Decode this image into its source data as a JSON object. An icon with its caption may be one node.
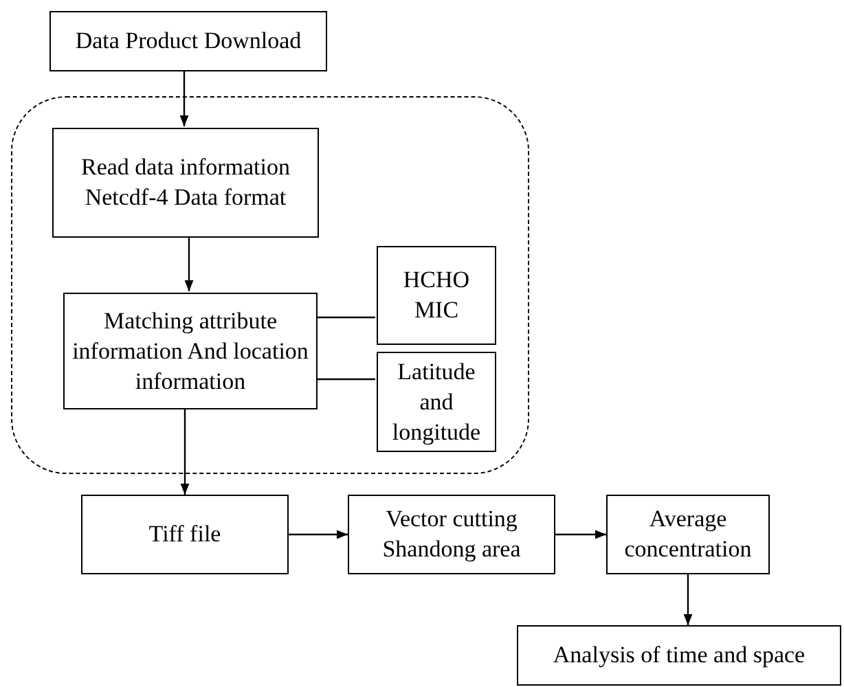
{
  "diagram": {
    "nodes": [
      {
        "text": [
          "Data Product Download"
        ]
      },
      {
        "text": [],
        "shape": "box"
      },
      {
        "text": [
          "Read data information Netcdf-4 Data format"
        ],
        "in": 1
      },
      {
        "text": [
          "Matching attribute information And location information"
        ],
        "in": 1
      },
      {
        "text": [
          "HCHO MIC"
        ],
        "in": 1
      },
      {
        "text": [
          "Latitude and longitude"
        ],
        "in": 1
      },
      {
        "text": [
          "Tiff file"
        ]
      },
      {
        "text": [
          "Vector cutting Shandong area"
        ]
      },
      {
        "text": [
          "Average concentration"
        ]
      },
      {
        "text": [
          "Analysis of time and space"
        ]
      }
    ],
    "edges": [
      {
        "from": 0,
        "to": 2,
        "arrow": "to"
      },
      {
        "from": 2,
        "to": 3,
        "arrow": "to"
      },
      {
        "from": 3,
        "to": 4,
        "arrow": "none"
      },
      {
        "from": 3,
        "to": 5,
        "arrow": "none"
      },
      {
        "from": 3,
        "to": 6,
        "arrow": "to"
      },
      {
        "from": 6,
        "to": 7,
        "arrow": "to"
      },
      {
        "from": 7,
        "to": 8,
        "arrow": "to"
      },
      {
        "from": 8,
        "to": 9,
        "arrow": "to"
      }
    ]
  }
}
